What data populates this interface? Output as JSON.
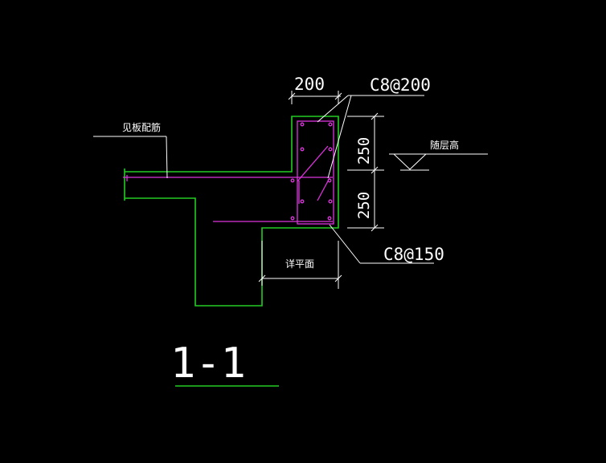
{
  "drawing": {
    "section_title": "1-1",
    "labels": {
      "top_width": "200",
      "top_rebar": "C8@200",
      "bottom_rebar": "C8@150",
      "height_upper": "250",
      "height_lower": "250",
      "slab_note": "见板配筋",
      "level_note": "随层高",
      "plan_note": "详平面"
    },
    "colors": {
      "background": "#000000",
      "concrete_outline": "#22cc22",
      "rebar": "#dd33dd",
      "annotation": "#ffffff"
    }
  }
}
